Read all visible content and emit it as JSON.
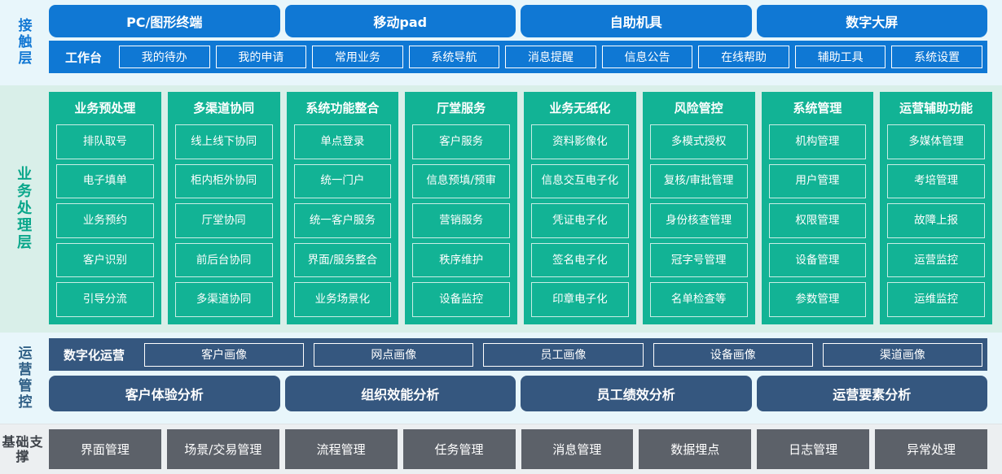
{
  "layers": {
    "contact": {
      "label": "接触层",
      "channels": [
        "PC/图形终端",
        "移动pad",
        "自助机具",
        "数字大屏"
      ],
      "workbench_title": "工作台",
      "workbench_items": [
        "我的待办",
        "我的申请",
        "常用业务",
        "系统导航",
        "消息提醒",
        "信息公告",
        "在线帮助",
        "辅助工具",
        "系统设置"
      ]
    },
    "business": {
      "label": "业务处理层",
      "columns": [
        {
          "title": "业务预处理",
          "items": [
            "排队取号",
            "电子填单",
            "业务预约",
            "客户识别",
            "引导分流"
          ]
        },
        {
          "title": "多渠道协同",
          "items": [
            "线上线下协同",
            "柜内柜外协同",
            "厅堂协同",
            "前后台协同",
            "多渠道协同"
          ]
        },
        {
          "title": "系统功能整合",
          "items": [
            "单点登录",
            "统一门户",
            "统一客户服务",
            "界面/服务整合",
            "业务场景化"
          ]
        },
        {
          "title": "厅堂服务",
          "items": [
            "客户服务",
            "信息预填/预审",
            "营销服务",
            "秩序维护",
            "设备监控"
          ]
        },
        {
          "title": "业务无纸化",
          "items": [
            "资料影像化",
            "信息交互电子化",
            "凭证电子化",
            "签名电子化",
            "印章电子化"
          ]
        },
        {
          "title": "风险管控",
          "items": [
            "多模式授权",
            "复核/审批管理",
            "身份核查管理",
            "冠字号管理",
            "名单检查等"
          ]
        },
        {
          "title": "系统管理",
          "items": [
            "机构管理",
            "用户管理",
            "权限管理",
            "设备管理",
            "参数管理"
          ]
        },
        {
          "title": "运营辅助功能",
          "items": [
            "多媒体管理",
            "考培管理",
            "故障上报",
            "运营监控",
            "运维监控"
          ]
        }
      ]
    },
    "operations": {
      "label": "运营管控",
      "digital_title": "数字化运营",
      "portraits": [
        "客户画像",
        "网点画像",
        "员工画像",
        "设备画像",
        "渠道画像"
      ],
      "analyses": [
        "客户体验分析",
        "组织效能分析",
        "员工绩效分析",
        "运营要素分析"
      ]
    },
    "base": {
      "label": "基础支撑",
      "items": [
        "界面管理",
        "场景/交易管理",
        "流程管理",
        "任务管理",
        "消息管理",
        "数据埋点",
        "日志管理",
        "异常处理"
      ]
    }
  },
  "colors": {
    "contact_bg": "#e8f6fb",
    "contact_blue": "#0f78d4",
    "business_bg": "#d9efe9",
    "business_teal": "#12b395",
    "operations_darkblue": "#35577f",
    "base_bg": "#eceff1",
    "base_gray": "#5c6169"
  }
}
